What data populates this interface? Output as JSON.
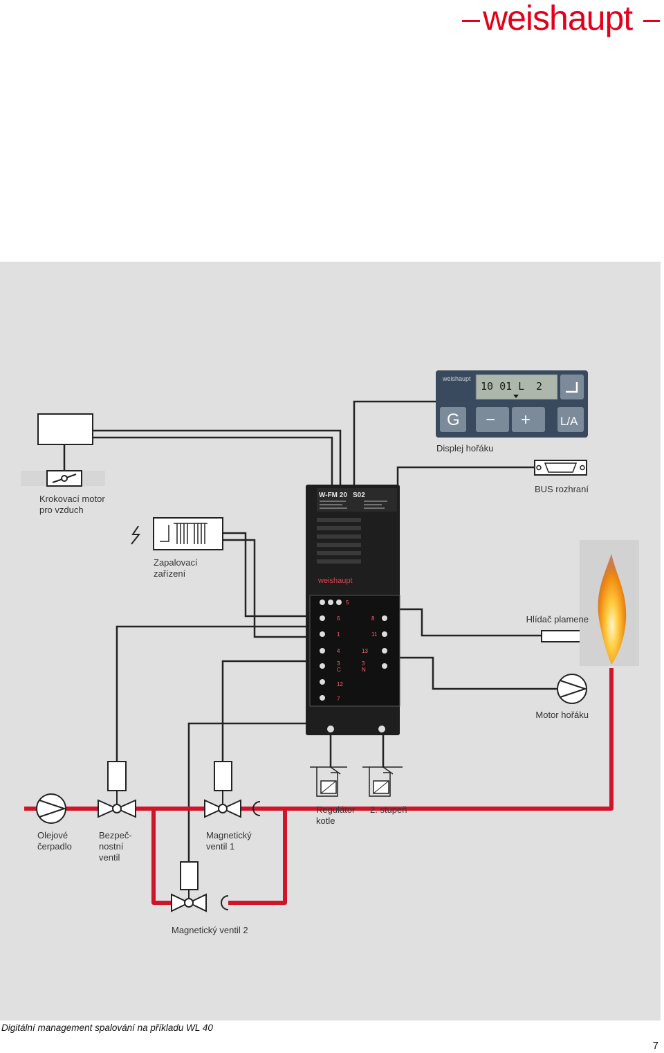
{
  "brand": {
    "logo_text": "weishaupt",
    "color": "#e2001a"
  },
  "display": {
    "brand": "weishaupt",
    "readout_left": "10 01 L",
    "readout_right": "2",
    "buttons": [
      "G",
      "−",
      "+",
      "L/A"
    ]
  },
  "controller": {
    "model": "W-FM 20",
    "suffix": "S02",
    "brand": "weishaupt",
    "terminals_left": [
      "5",
      "6",
      "1",
      "4",
      "3",
      "C",
      "12",
      "7"
    ],
    "terminals_right": [
      "8",
      "11",
      "13",
      "3",
      "N"
    ]
  },
  "labels": {
    "stepper": "Krokovací motor\npro vzduch",
    "ignition": "Zapalovací\nzařízení",
    "display": "Displej hořáku",
    "bus": "BUS rozhraní",
    "flame_monitor": "Hlídač plamene",
    "burner_motor": "Motor hořáku",
    "oil_pump": "Olejové\nčerpadlo",
    "safety_valve": "Bezpeč-\nnostní\nventil",
    "valve1": "Magnetický\nventil 1",
    "boiler_regulator": "Regulátor\nkotle",
    "stage2": "2. stupeň",
    "valve2": "Magnetický ventil 2"
  },
  "footer": {
    "caption": "Digitální management spalování na příkladu WL 40",
    "page": "7"
  },
  "colors": {
    "panel_bg": "#e0e0e0",
    "wire": "#222222",
    "oil_line": "#d0142a",
    "controller": "#1e1e1e",
    "display_body": "#3a4a5e"
  }
}
